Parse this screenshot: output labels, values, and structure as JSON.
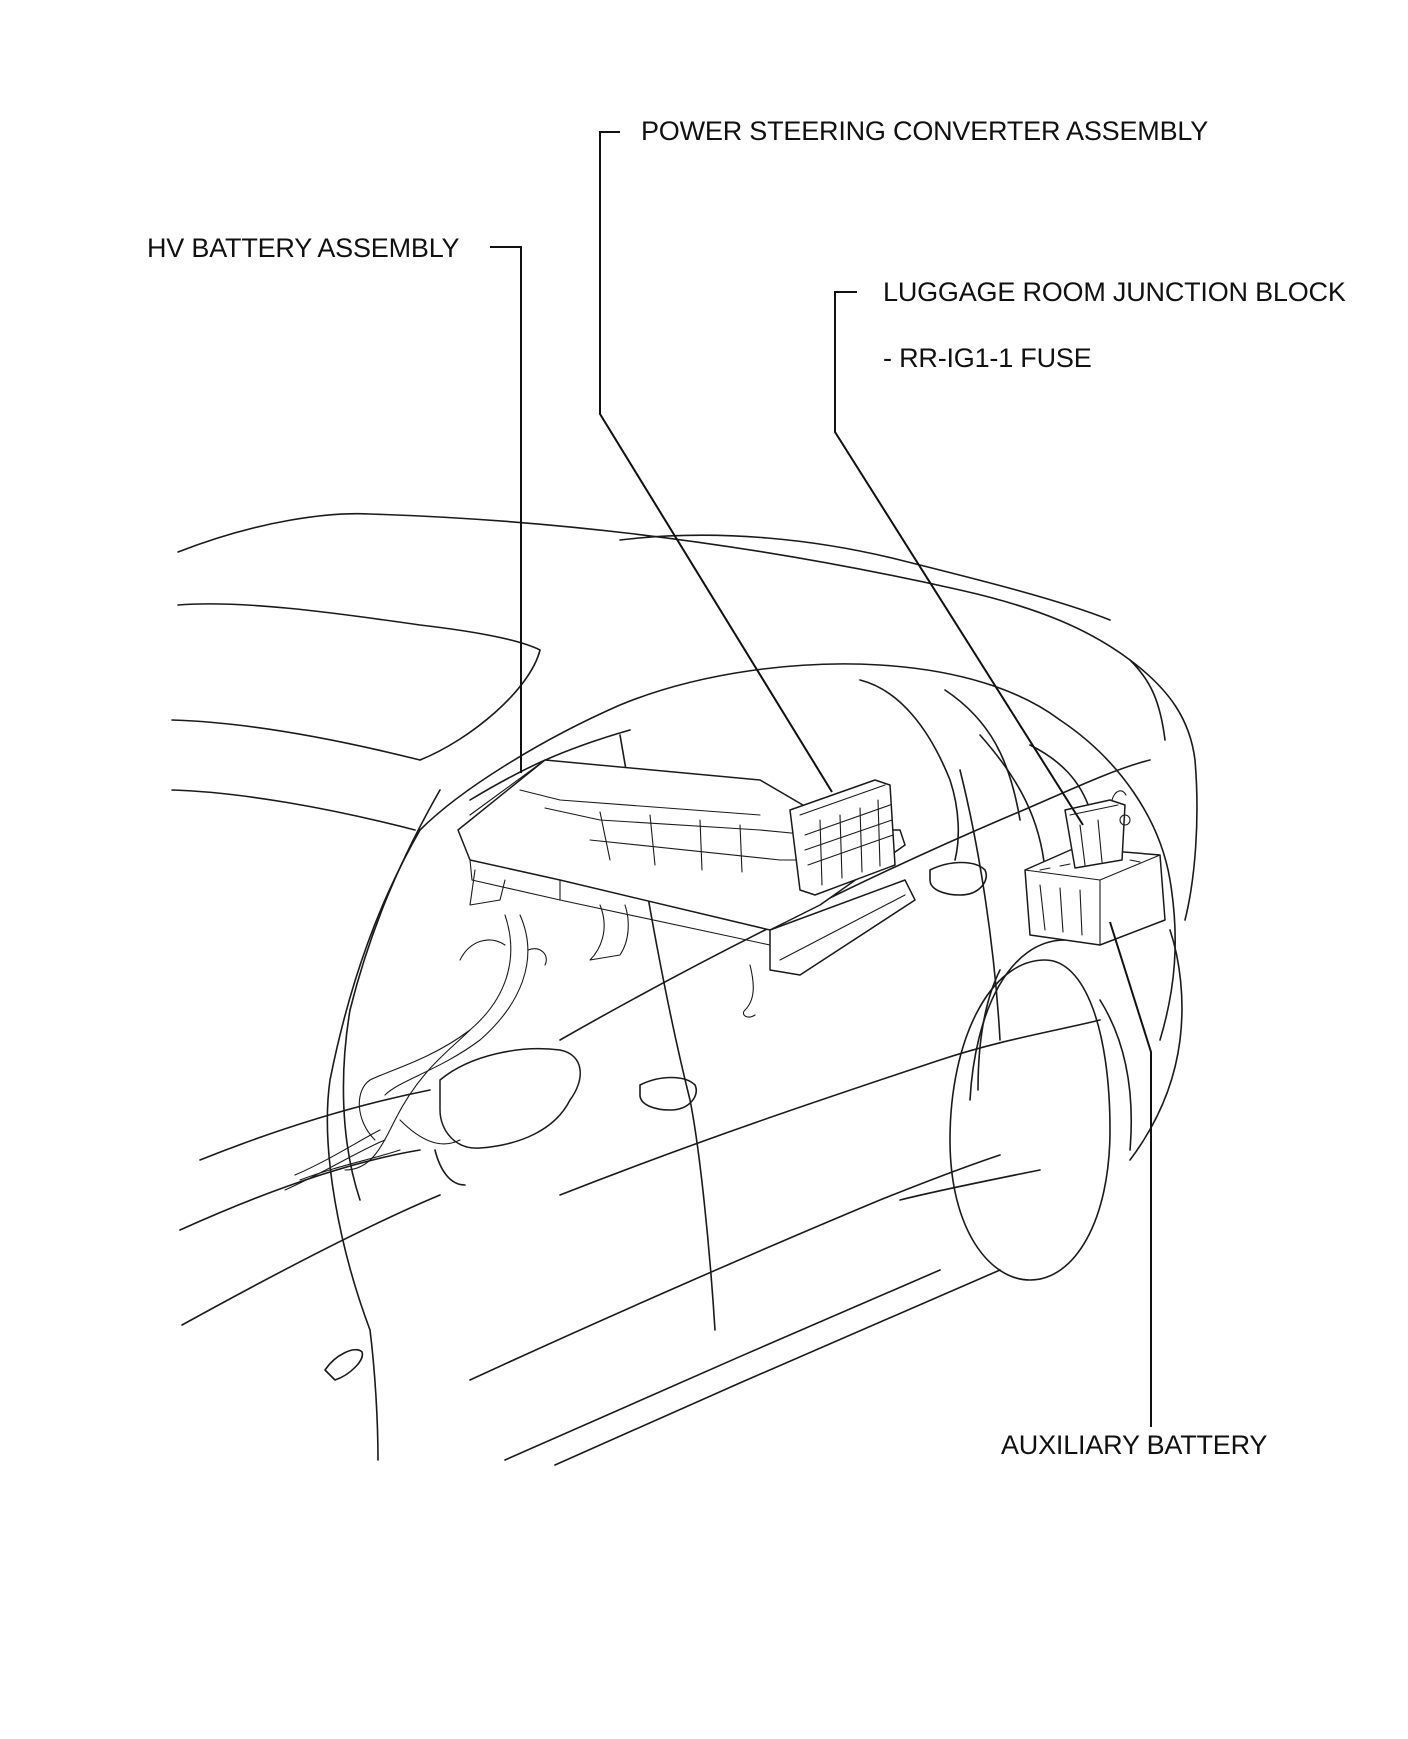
{
  "labels": {
    "power_steering": "POWER STEERING CONVERTER ASSEMBLY",
    "hv_battery": "HV BATTERY ASSEMBLY",
    "luggage_jb": "LUGGAGE ROOM JUNCTION BLOCK",
    "fuse": "- RR-IG1-1 FUSE",
    "aux_battery": "AUXILIARY BATTERY"
  },
  "colors": {
    "line": "#1a1a1a",
    "background": "#ffffff"
  }
}
